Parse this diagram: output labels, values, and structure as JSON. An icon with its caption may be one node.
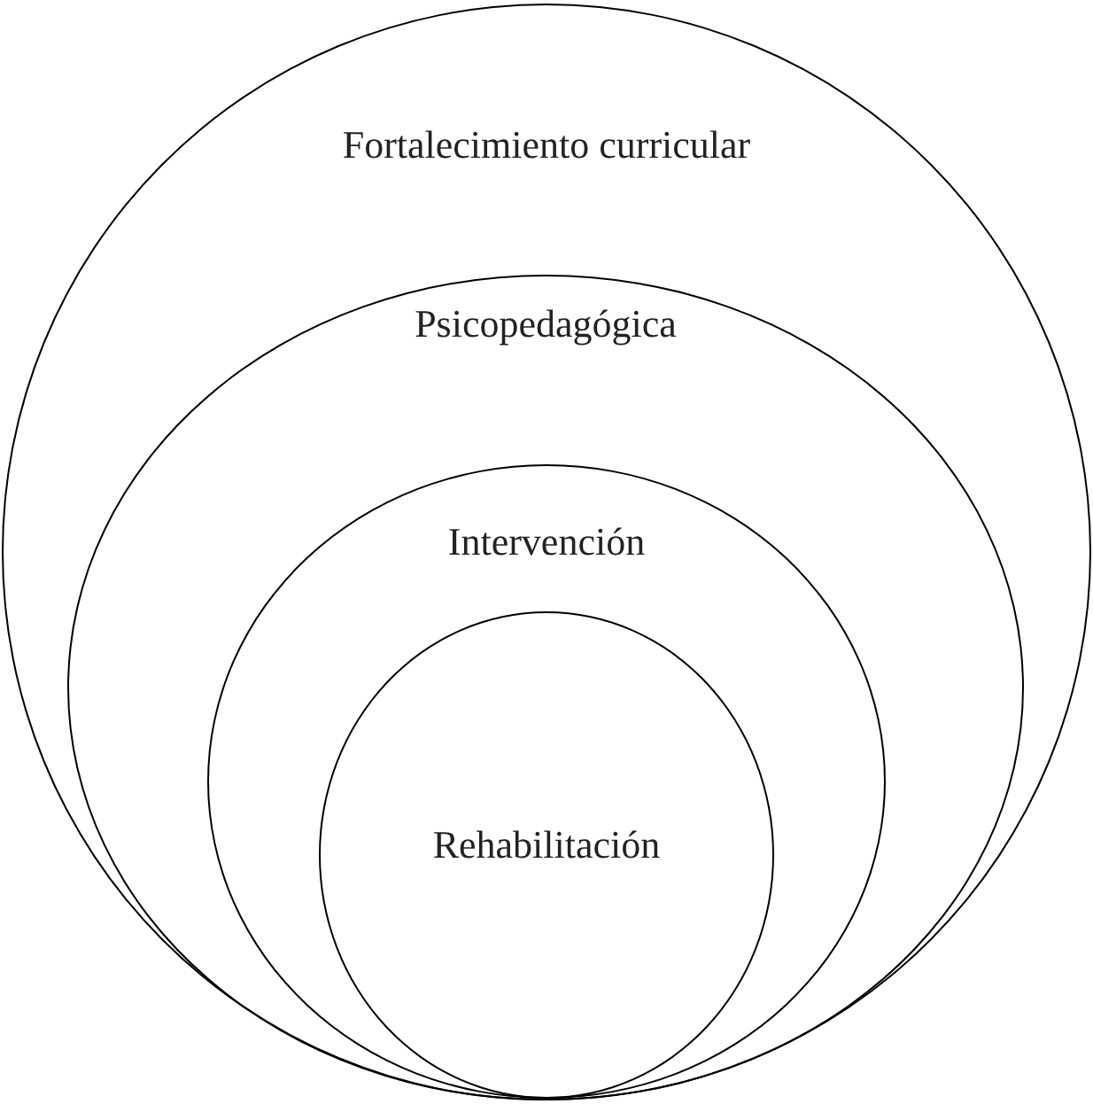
{
  "diagram": {
    "nodes": [
      {
        "text": [
          "Fortalecimiento curricular"
        ]
      },
      {
        "text": [
          "Psicopedagógica"
        ],
        "in": 0
      },
      {
        "text": [
          "Intervención"
        ],
        "in": 1
      },
      {
        "text": [
          "Rehabilitación"
        ],
        "in": 2
      }
    ]
  }
}
